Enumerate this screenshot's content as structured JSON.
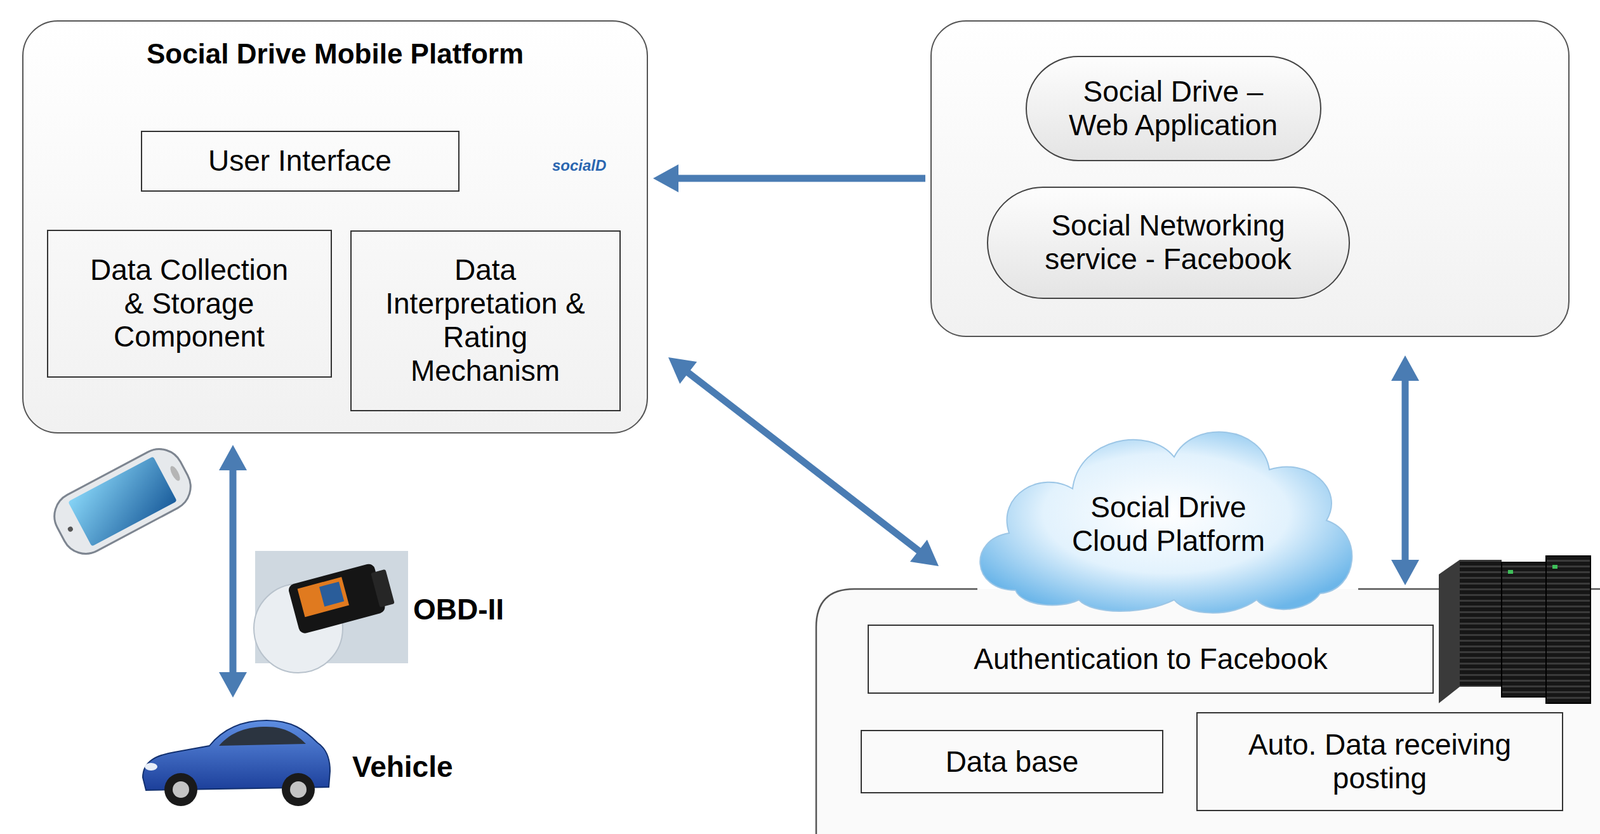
{
  "diagram": {
    "nodes": [
      {
        "text": [
          "Social Drive Mobile Platform"
        ]
      },
      {
        "text": [
          "User Interface"
        ],
        "in": 0
      },
      {
        "text": [
          "Data Collection & Storage Component"
        ],
        "in": 0
      },
      {
        "text": [
          "Data Interpretation & Rating Mechanism"
        ],
        "in": 0
      },
      {
        "text": []
      },
      {
        "text": [
          "Social Drive – Web Application"
        ],
        "in": 4
      },
      {
        "text": [
          "Social Networking service - Facebook"
        ],
        "in": 4
      },
      {
        "text": [
          "Social Drive Cloud Platform"
        ]
      },
      {
        "text": [
          "Authentication to Facebook"
        ],
        "in": 7
      },
      {
        "text": [
          "Data base"
        ],
        "in": 7
      },
      {
        "text": [
          "Auto. Data receiving posting"
        ],
        "in": 7
      },
      {
        "text": [
          "Vehicle"
        ]
      }
    ],
    "edges": [
      {
        "from": 4,
        "to": 0,
        "arrow": "to"
      },
      {
        "from": 0,
        "to": 7,
        "arrow": "both"
      },
      {
        "from": 4,
        "to": 7,
        "arrow": "both"
      },
      {
        "from": 0,
        "to": 11,
        "arrow": "both"
      }
    ],
    "labels": [
      "socialD",
      "OBD-II"
    ]
  }
}
